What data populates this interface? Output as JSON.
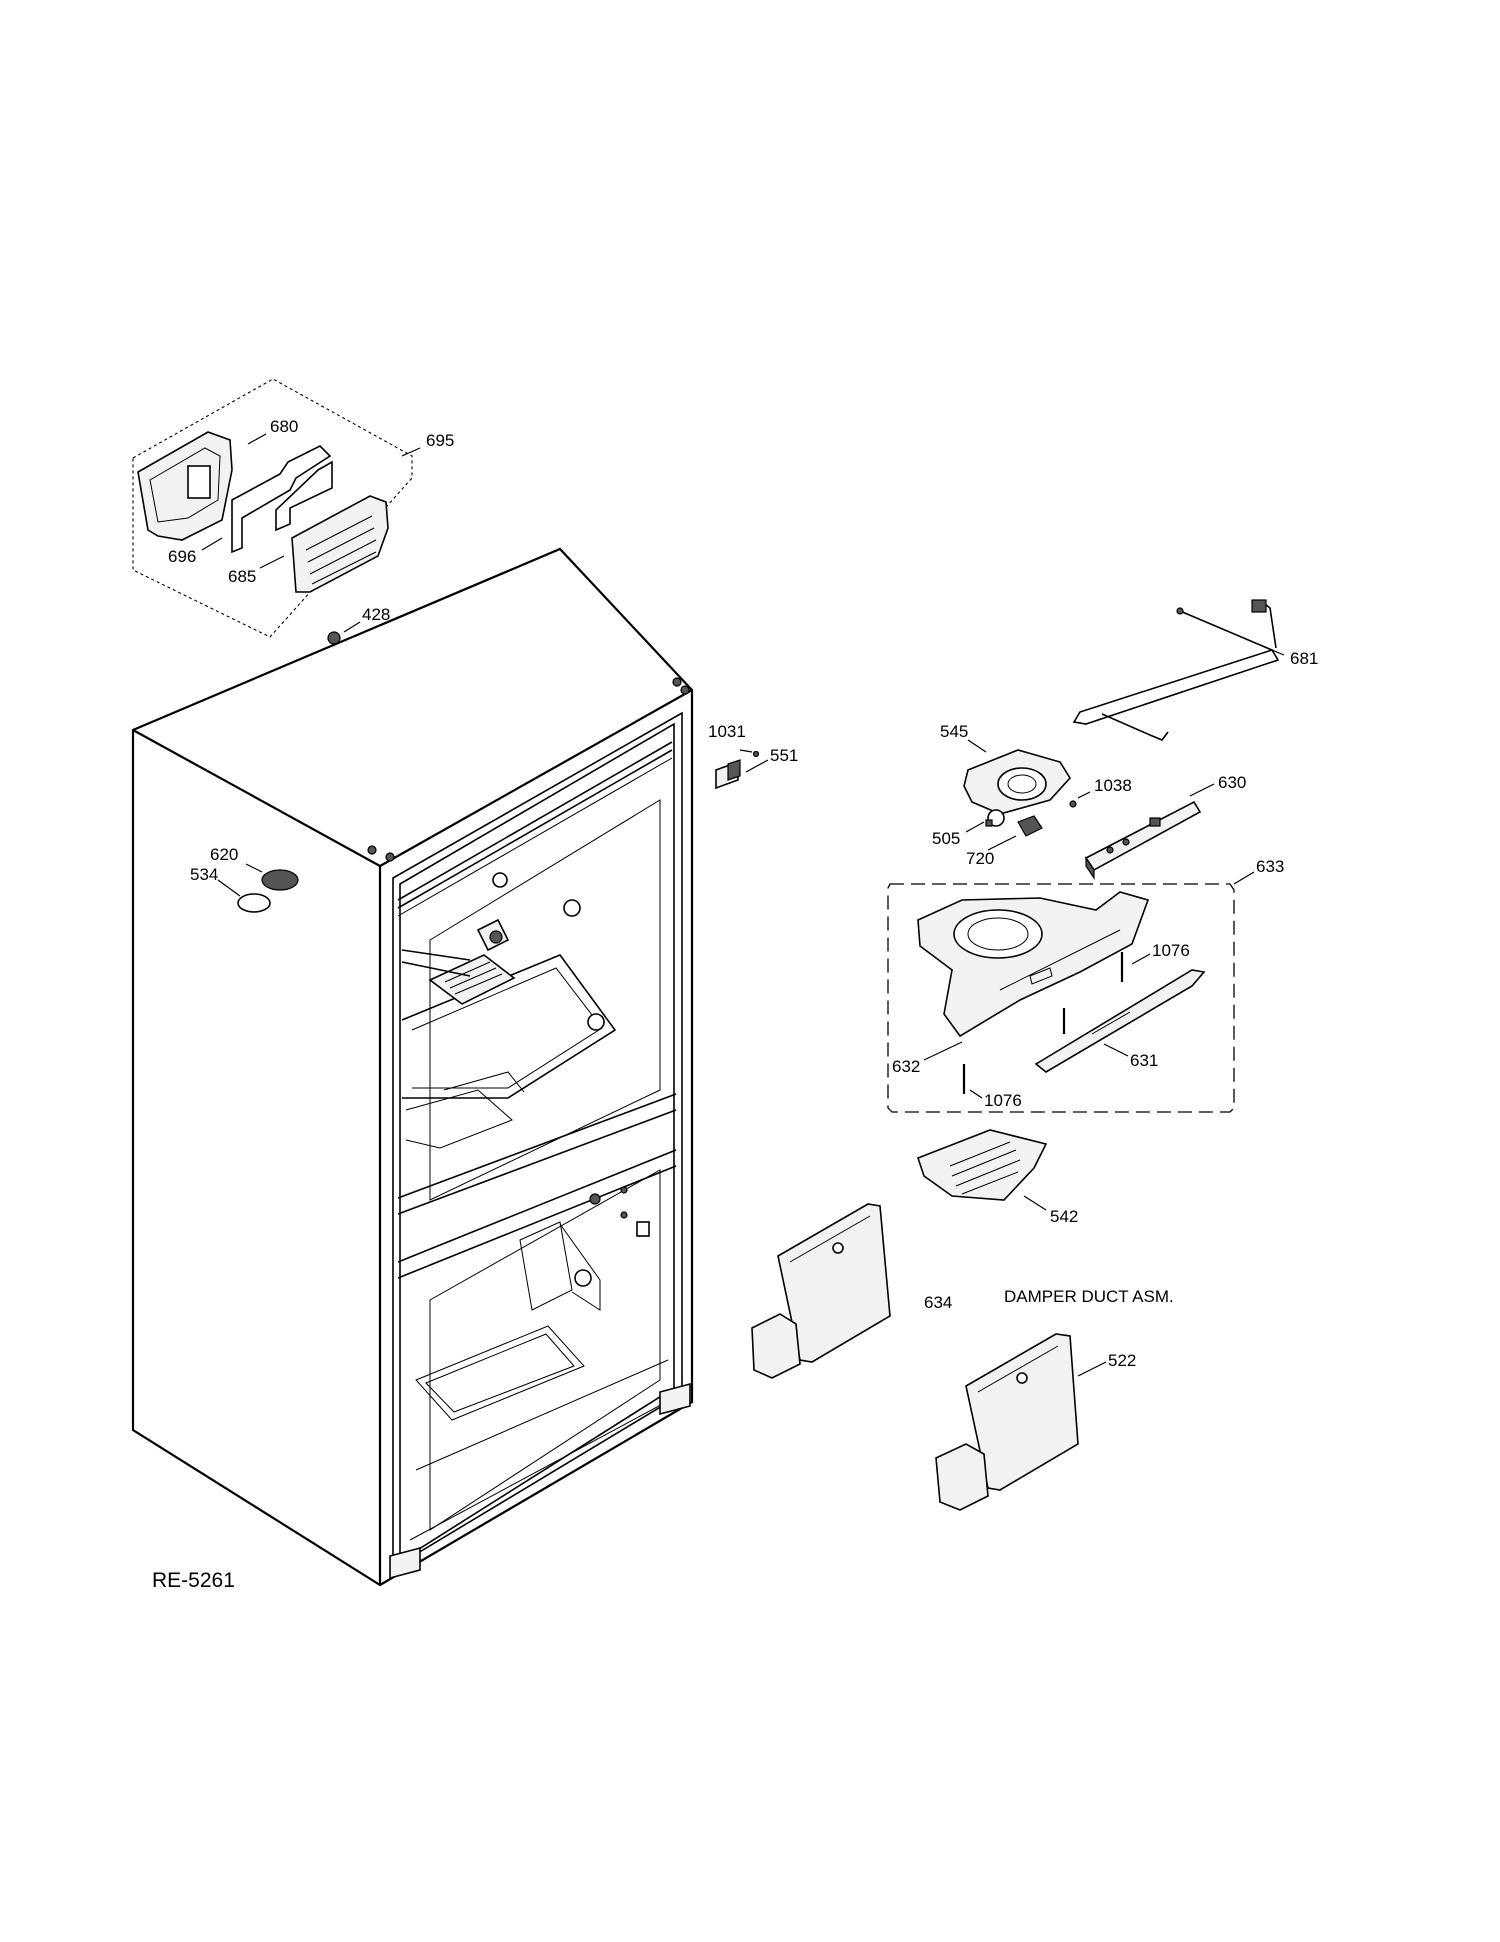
{
  "diagram_id": "RE-5261",
  "caption_634": "DAMPER DUCT ASM.",
  "callouts": {
    "p680": "680",
    "p695": "695",
    "p696": "696",
    "p685": "685",
    "p428": "428",
    "p681": "681",
    "p545": "545",
    "p1031": "1031",
    "p551": "551",
    "p1038": "1038",
    "p630": "630",
    "p505": "505",
    "p720": "720",
    "p620": "620",
    "p534": "534",
    "p633": "633",
    "p1076a": "1076",
    "p632": "632",
    "p631": "631",
    "p1076b": "1076",
    "p542": "542",
    "p634": "634",
    "p522": "522"
  }
}
